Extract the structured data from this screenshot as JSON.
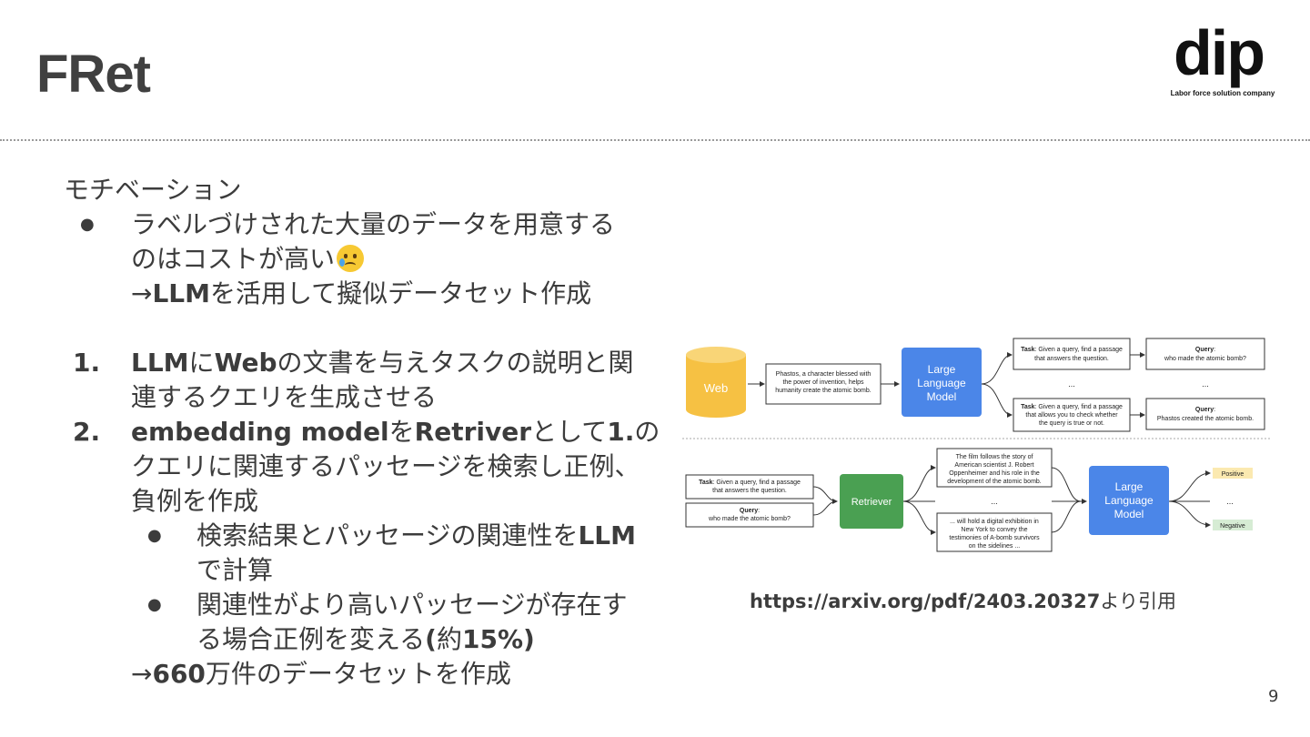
{
  "slide": {
    "title": "FRet",
    "page_number": "9"
  },
  "logo": {
    "word": "dip",
    "tagline": "Labor force solution company"
  },
  "content": {
    "heading": "モチベーション",
    "bullet1_line1": "ラベルづけされた大量のデータを用意する",
    "bullet1_line2": "のはコストが高い",
    "bullet1_arrow": "→",
    "bullet1_bold": "LLM",
    "bullet1_rest": "を活用して擬似データセット作成",
    "step1_num": "1.",
    "step1_b1": "LLM",
    "step1_t1": "に",
    "step1_b2": "Web",
    "step1_t2": "の文書を与えタスクの説明と関",
    "step1_line2": "連するクエリを生成させる",
    "step2_num": "2.",
    "step2_b1": "embedding model",
    "step2_t1": "を",
    "step2_b2": "Retriver",
    "step2_t2": "として",
    "step2_b3": "1.",
    "step2_t3": "の",
    "step2_line2": "クエリに関連するパッセージを検索し正例、",
    "step2_line3": "負例を作成",
    "sub1_t1": "検索結果とパッセージの関連性を",
    "sub1_b1": "LLM",
    "sub1_line2": "で計算",
    "sub2_line1": "関連性がより高いパッセージが存在す",
    "sub2_t1": "る場合正例を変える",
    "sub2_b1": "(",
    "sub2_t2": "約",
    "sub2_b2": "15%)",
    "result_arrow": "→",
    "result_bold": "660",
    "result_rest": "万件のデータセットを作成"
  },
  "figure": {
    "web": "Web",
    "doc_l1": "Phastos, a character blessed with",
    "doc_l2": "the power of invention, helps",
    "doc_l3": "humanity create the atomic bomb.",
    "llm_l1": "Large",
    "llm_l2": "Language",
    "llm_l3": "Model",
    "task_label": "Task",
    "task1_l1": ": Given a query, find a passage",
    "task1_l2": "that answers the question.",
    "task2_l1": ": Given a query, find a passage",
    "task2_l2": "that allows you to check whether",
    "task2_l3": "the query is true or not.",
    "query_label": "Query",
    "query1": "who made the atomic bomb?",
    "query2": "Phastos created the atomic bomb.",
    "ellipsis": "...",
    "retriever": "Retriever",
    "p1_l1": "The film follows the story of",
    "p1_l2": "American scientist J. Robert",
    "p1_l3": "Oppenheimer and his role in the",
    "p1_l4": "development of the atomic bomb.",
    "p2_l1": "... will hold a digital exhibition in",
    "p2_l2": "New York to convey the",
    "p2_l3": "testimonies of A-bomb survivors",
    "p2_l4": "on the sidelines ...",
    "positive": "Positive",
    "negative": "Negative",
    "colors": {
      "web": "#f6c143",
      "llm": "#4b86e8",
      "retriever": "#4aa052",
      "positive": "#fbe9b0",
      "negative": "#d6ecd4"
    }
  },
  "citation": {
    "url": "https://arxiv.org/pdf/2403.20327",
    "suffix": "より引用"
  }
}
